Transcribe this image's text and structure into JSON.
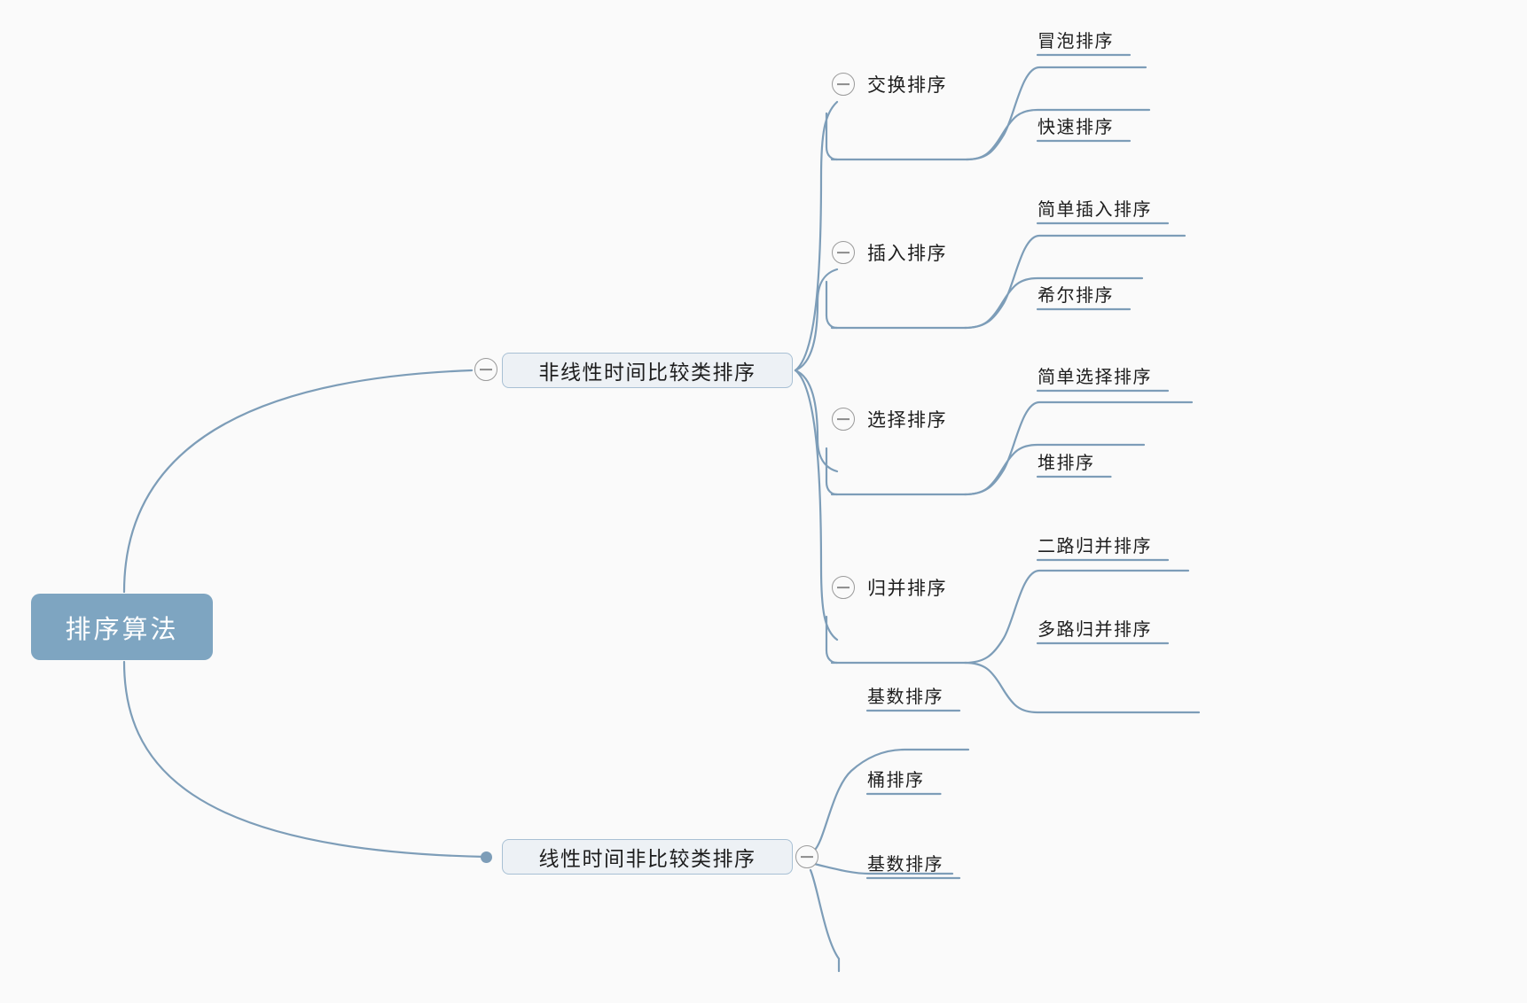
{
  "diagram": {
    "type": "mindmap",
    "title": "排序算法",
    "background_color": "#fafafa",
    "edge_color": "#7d9db8",
    "root_fill": "#7ea5c1",
    "root_text_color": "#ffffff",
    "branch_fill": "#edf1f5",
    "branch_border": "#a8c0d4"
  },
  "root": {
    "label": "排序算法"
  },
  "branches": [
    {
      "label": "非线性时间比较类排序",
      "toggle": "collapse-minus-icon",
      "toggle_side": "left",
      "children": [
        {
          "label": "交换排序",
          "toggle": "collapse-minus-icon",
          "children": [
            {
              "label": "冒泡排序"
            },
            {
              "label": "快速排序"
            }
          ]
        },
        {
          "label": "插入排序",
          "toggle": "collapse-minus-icon",
          "children": [
            {
              "label": "简单插入排序"
            },
            {
              "label": "希尔排序"
            }
          ]
        },
        {
          "label": "选择排序",
          "toggle": "collapse-minus-icon",
          "children": [
            {
              "label": "简单选择排序"
            },
            {
              "label": "堆排序"
            }
          ]
        },
        {
          "label": "归并排序",
          "toggle": "collapse-minus-icon",
          "children": [
            {
              "label": "二路归并排序"
            },
            {
              "label": "多路归并排序"
            }
          ]
        }
      ]
    },
    {
      "label": "线性时间非比较类排序",
      "toggle": "collapse-minus-icon",
      "toggle_side": "right",
      "connector": "filled-dot",
      "children": [
        {
          "label": "基数排序"
        },
        {
          "label": "桶排序"
        },
        {
          "label": "基数排序"
        }
      ]
    }
  ]
}
